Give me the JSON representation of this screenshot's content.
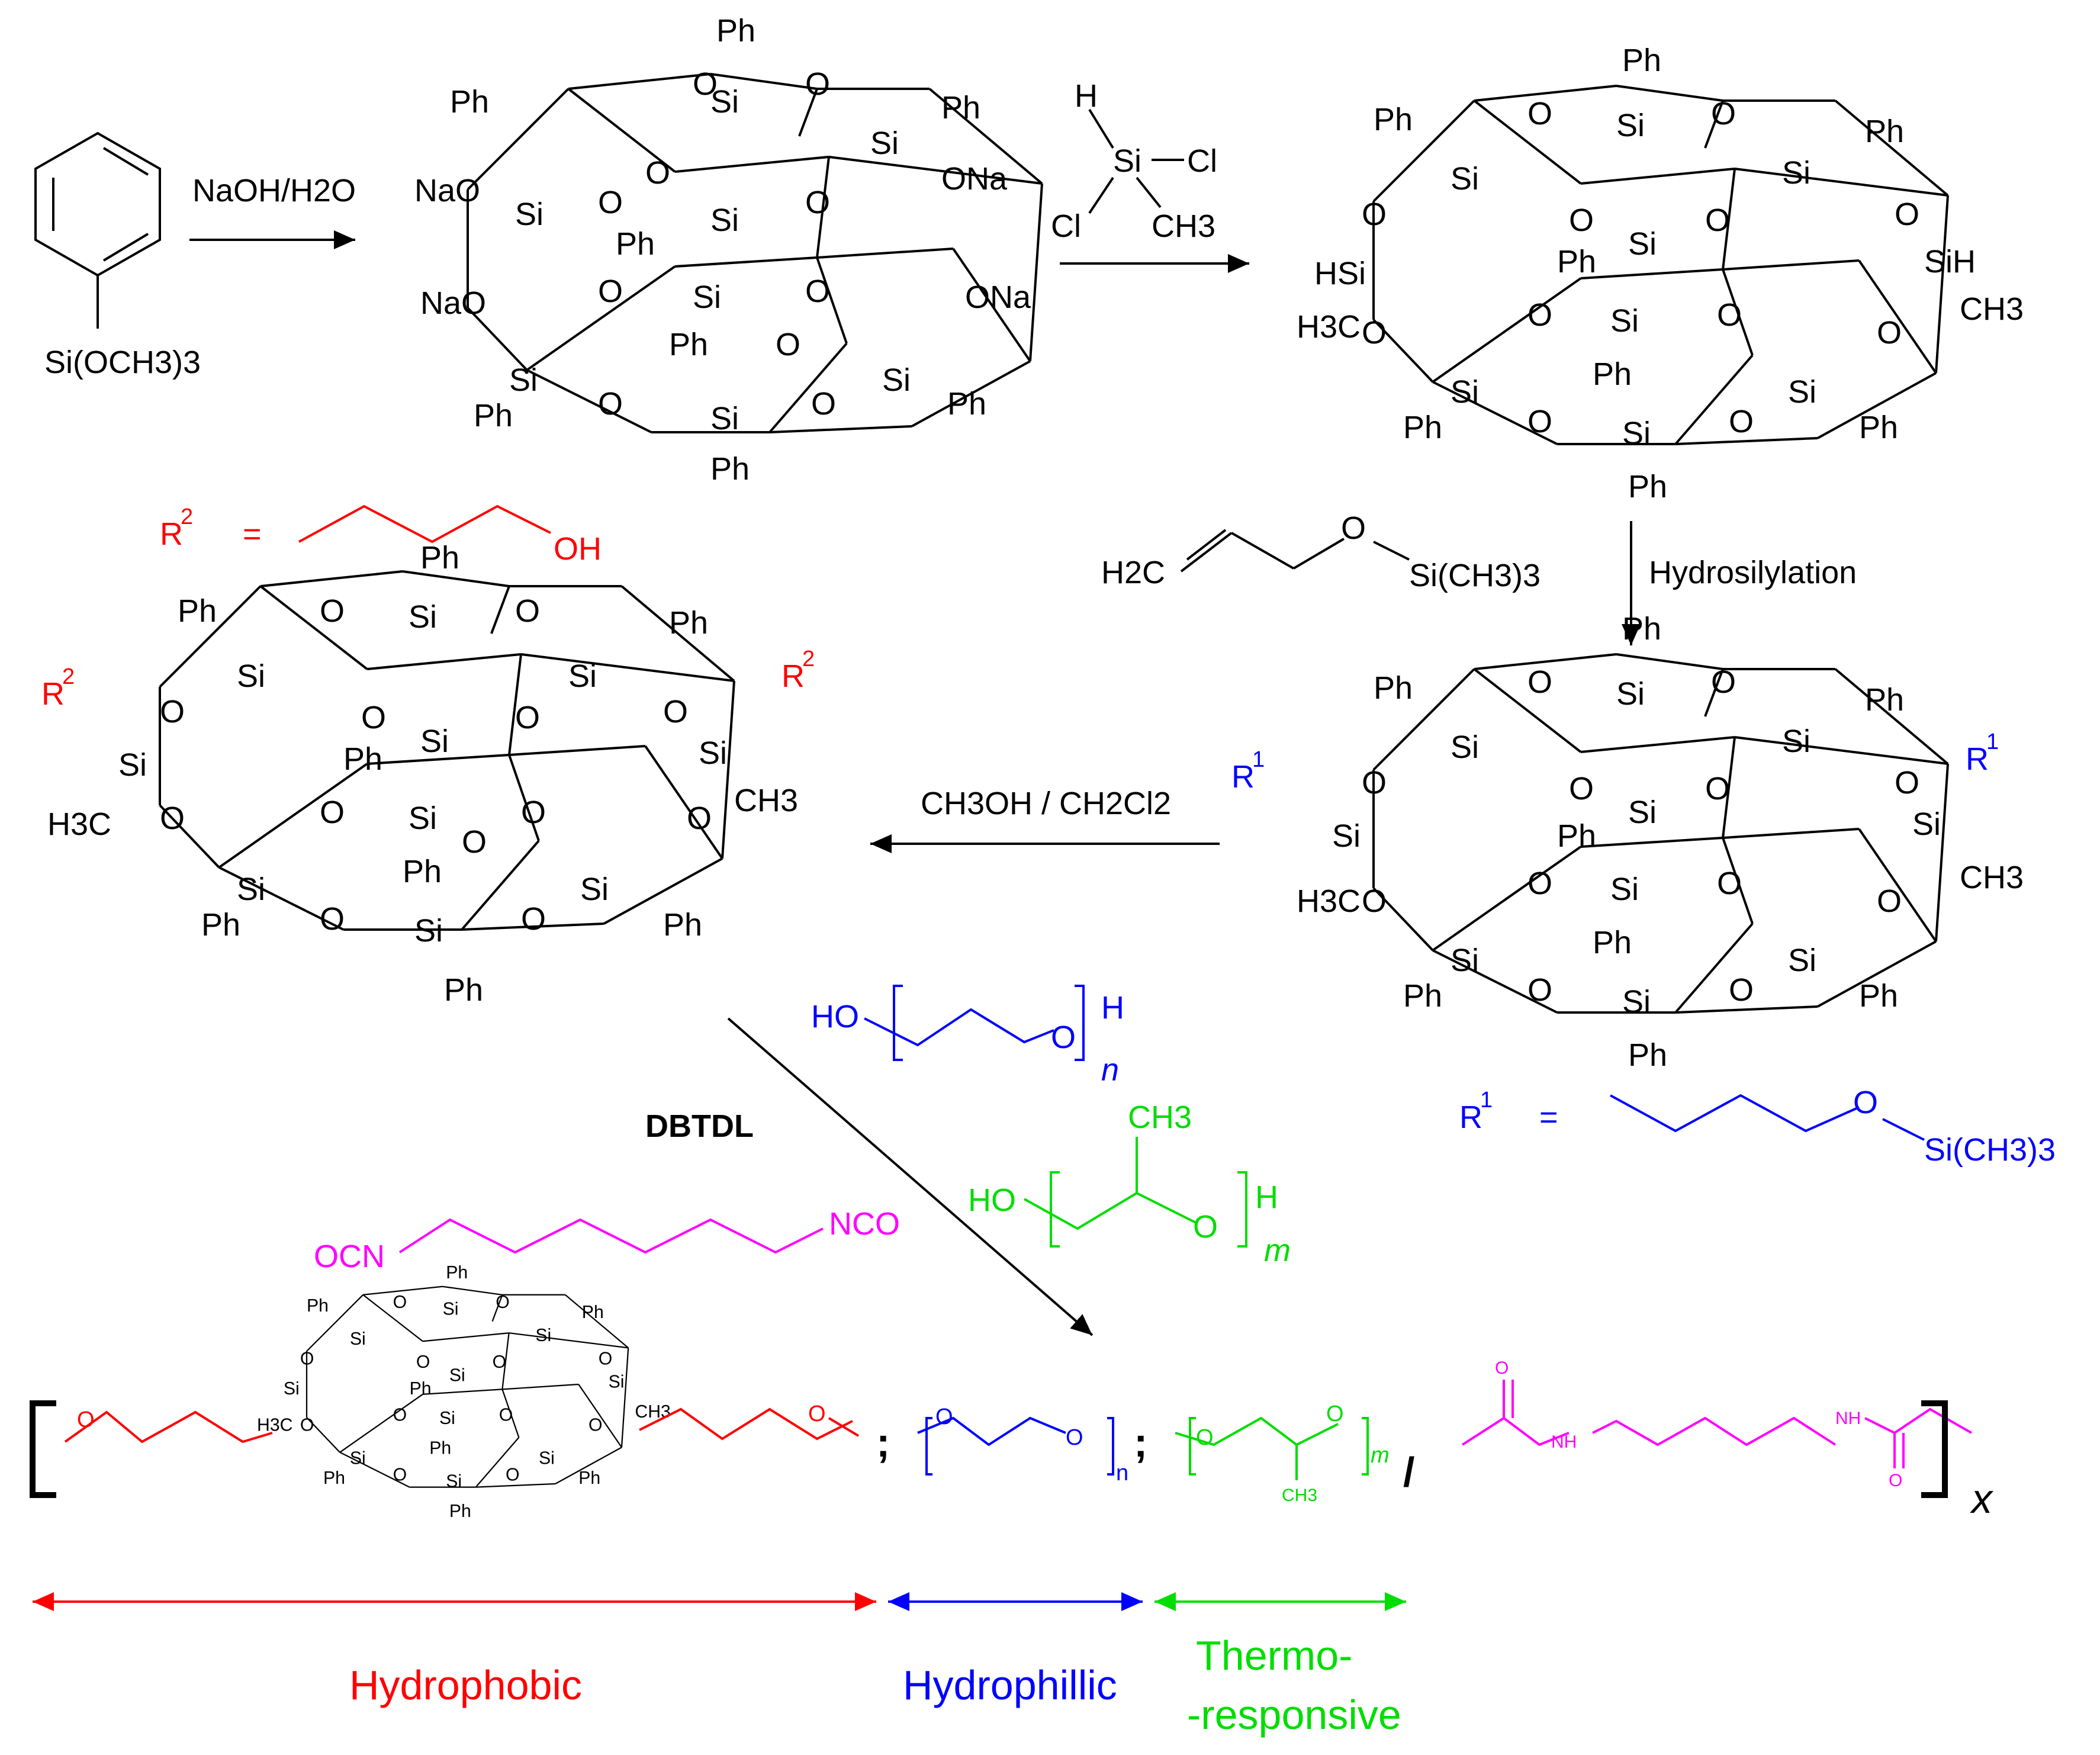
{
  "colors": {
    "black": "#000000",
    "red": "#ff0000",
    "blue": "#0000ff",
    "green": "#00dd00",
    "magenta": "#ff00ff"
  },
  "starting_material": {
    "label": "Si(OCH3)3"
  },
  "reagents": {
    "step1": "NaOH/H2O",
    "step2_labels": [
      "H",
      "Si",
      "Cl",
      "Cl",
      "CH3"
    ],
    "allyl": {
      "h2c": "H2C",
      "o": "O",
      "si": "Si(CH3)3"
    },
    "hydrosilylation": "Hydrosilylation",
    "deprotection": "CH3OH / CH2Cl2",
    "catalyst": "DBTDL",
    "peg": {
      "ho": "HO",
      "o": "O",
      "h": "H",
      "n": "n"
    },
    "ppg": {
      "ho": "HO",
      "o": "O",
      "h": "H",
      "ch3": "CH3",
      "m": "m"
    },
    "hdi": {
      "left": "OCN",
      "right": "NCO"
    }
  },
  "definitions": {
    "r1": {
      "symbol": "R",
      "sup": "1",
      "eq": "=",
      "o": "O",
      "si": "Si(CH3)3"
    },
    "r2": {
      "symbol": "R",
      "sup": "2",
      "eq": "=",
      "oh": "OH"
    }
  },
  "cage": {
    "ph": "Ph",
    "si": "Si",
    "o": "O",
    "ona": "ONa",
    "nao": "NaO",
    "sih": "SiH",
    "hsi": "HSi",
    "ch3": "CH3",
    "h3c": "H3C"
  },
  "polymer": {
    "separator": ";",
    "slash": "/",
    "nh": "NH",
    "o": "O",
    "x": "x",
    "n": "n",
    "m": "m",
    "ch3": "CH3"
  },
  "segments": [
    {
      "label": "Hydrophobic",
      "color": "#ff0000"
    },
    {
      "label": "Hydrophillic",
      "color": "#0000ff"
    },
    {
      "label": "Thermo-",
      "label2": "-responsive",
      "color": "#00dd00"
    }
  ]
}
